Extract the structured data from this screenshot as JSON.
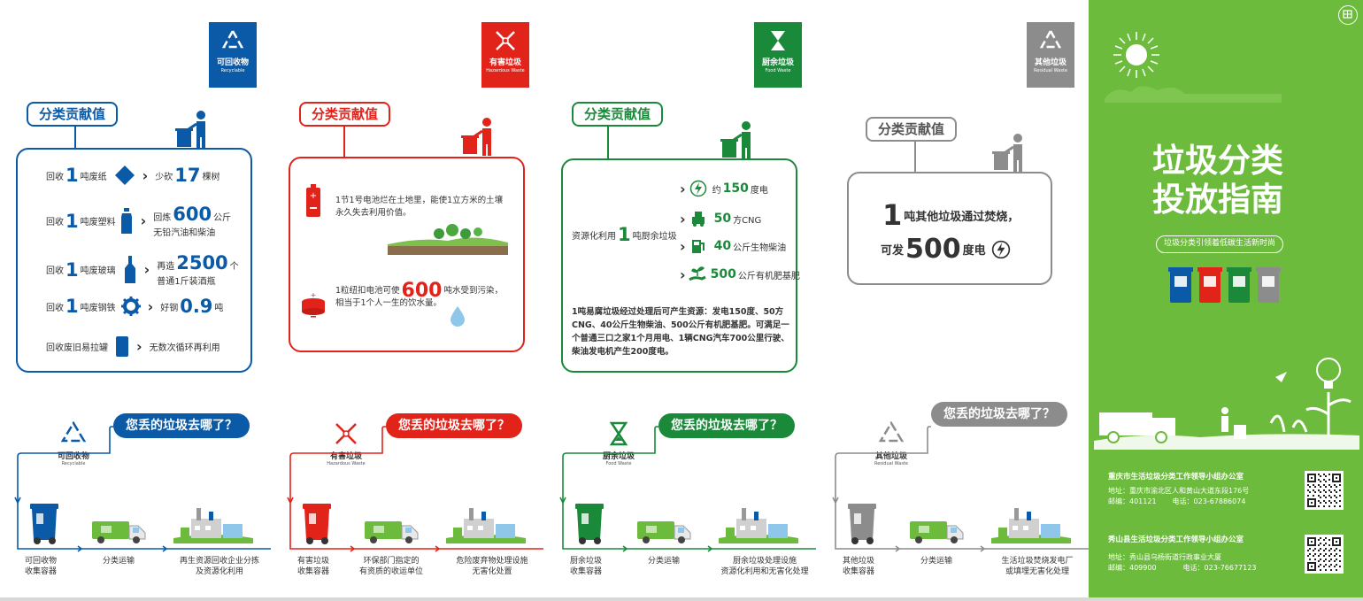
{
  "colors": {
    "recyclable": "#0b5aa7",
    "hazardous": "#e2231a",
    "food": "#1a8a3a",
    "residual": "#8c8c8c",
    "side": "#6cbb3c"
  },
  "badges": [
    {
      "zh": "可回收物",
      "en": "Recyclable"
    },
    {
      "zh": "有害垃圾",
      "en": "Hazardous Waste"
    },
    {
      "zh": "厨余垃圾",
      "en": "Food Waste"
    },
    {
      "zh": "其他垃圾",
      "en": "Residual Waste"
    }
  ],
  "contribution_label": "分类贡献值",
  "recyclable": {
    "rows": [
      {
        "pre": "回收",
        "num": "1",
        "unit": "吨废纸",
        "res_pre": "少砍",
        "res_num": "17",
        "res_unit": "棵树",
        "res_line2": ""
      },
      {
        "pre": "回收",
        "num": "1",
        "unit": "吨废塑料",
        "res_pre": "回炼",
        "res_num": "600",
        "res_unit": "公斤",
        "res_line2": "无铅汽油和柴油"
      },
      {
        "pre": "回收",
        "num": "1",
        "unit": "吨废玻璃",
        "res_pre": "再造",
        "res_num": "2500",
        "res_unit": "个",
        "res_line2": "普通1斤装酒瓶"
      },
      {
        "pre": "回收",
        "num": "1",
        "unit": "吨废钢铁",
        "res_pre": "好钢",
        "res_num": "0.9",
        "res_unit": "吨",
        "res_line2": ""
      },
      {
        "pre": "回收废旧易拉罐",
        "num": "",
        "unit": "",
        "res_pre": "无数次循环再利用",
        "res_num": "",
        "res_unit": "",
        "res_line2": ""
      }
    ]
  },
  "hazardous": {
    "item1_line1": "1节1号电池烂在土地里，能使1立方米的土壤",
    "item1_line2": "永久失去利用价值。",
    "item2_pre": "1粒纽扣电池可使",
    "item2_num": "600",
    "item2_unit": "吨水受到污染，",
    "item2_line2": "相当于1个人一生的饮水量。"
  },
  "food": {
    "left_pre": "资源化利用",
    "left_num": "1",
    "left_unit": "吨厨余垃圾",
    "outputs": [
      {
        "pre": "约",
        "num": "150",
        "unit": "度电"
      },
      {
        "pre": "",
        "num": "50",
        "unit": "方CNG"
      },
      {
        "pre": "",
        "num": "40",
        "unit": "公斤生物柴油"
      },
      {
        "pre": "",
        "num": "500",
        "unit": "公斤有机肥基肥"
      }
    ],
    "para1": "1吨易腐垃圾经过处理后可产生资源：发电150度、50方",
    "para2": "CNG、40公斤生物柴油、500公斤有机肥基肥。可满足一",
    "para3": "个普通三口之家1个月用电、1辆CNG汽车700公里行驶、",
    "para4": "柴油发电机产生200度电。"
  },
  "residual": {
    "num1": "1",
    "line1": "吨其他垃圾通过焚烧，",
    "pre2": "可发",
    "num2": "500",
    "unit2": "度电"
  },
  "flow_title": "您丢的垃圾去哪了？",
  "flows": [
    {
      "cat_zh": "可回收物",
      "cat_en": "Recyclable",
      "s1": [
        "可回收物",
        "收集容器"
      ],
      "s2": [
        "分类运输"
      ],
      "s3": [
        "再生资源回收企业分拣",
        "及资源化利用"
      ]
    },
    {
      "cat_zh": "有害垃圾",
      "cat_en": "Hazardous Waste",
      "s1": [
        "有害垃圾",
        "收集容器"
      ],
      "s2": [
        "环保部门指定的",
        "有资质的收运单位"
      ],
      "s3": [
        "危险废弃物处理设施",
        "无害化处置"
      ]
    },
    {
      "cat_zh": "厨余垃圾",
      "cat_en": "Food Waste",
      "s1": [
        "厨余垃圾",
        "收集容器"
      ],
      "s2": [
        "分类运输"
      ],
      "s3": [
        "厨余垃圾处理设施",
        "资源化利用和无害化处理"
      ]
    },
    {
      "cat_zh": "其他垃圾",
      "cat_en": "Residual Waste",
      "s1": [
        "其他垃圾",
        "收集容器"
      ],
      "s2": [
        "分类运输"
      ],
      "s3": [
        "生活垃圾焚烧发电厂",
        "或填埋无害化处理"
      ]
    }
  ],
  "side": {
    "title1": "垃圾分类",
    "title2": "投放指南",
    "tagline": "垃圾分类引领着低碳生活新时尚",
    "office1_name": "重庆市生活垃圾分类工作领导小组办公室",
    "office1_addr": "地址：重庆市渝北区人和黄山大道东段176号",
    "office1_zip": "邮编：401121",
    "office1_tel": "电话：023-67886074",
    "office2_name": "秀山县生活垃圾分类工作领导小组办公室",
    "office2_addr": "地址：秀山县乌杨街道行政事业大厦",
    "office2_zip": "邮编：409900",
    "office2_tel": "电话：023-76677123"
  }
}
